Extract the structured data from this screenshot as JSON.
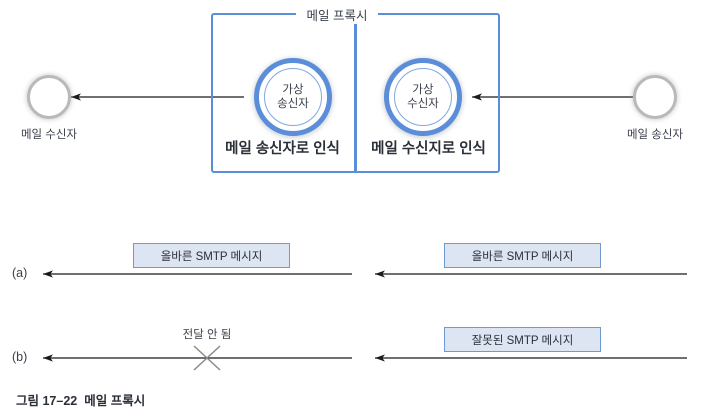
{
  "figure": {
    "caption_number": "그림 17–22",
    "caption_title": "메일 프록시"
  },
  "proxy": {
    "title": "메일 프록시",
    "left_node": {
      "line1": "가상",
      "line2": "송신자",
      "recognized_as": "메일 송신자로 인식"
    },
    "right_node": {
      "line1": "가상",
      "line2": "수신자",
      "recognized_as": "메일 수신지로 인식"
    }
  },
  "endpoints": {
    "left": {
      "label": "메일 수신자",
      "icon": "circle-node-icon"
    },
    "right": {
      "label": "메일 송신자",
      "icon": "circle-node-icon"
    }
  },
  "sequences": [
    {
      "id": "a",
      "label": "(a)",
      "left_message": "올바른 SMTP 메시지",
      "right_message": "올바른 SMTP 메시지",
      "left_blocked": false,
      "right_blocked": false
    },
    {
      "id": "b",
      "label": "(b)",
      "left_message": "전달 안 됨",
      "right_message": "잘못된 SMTP 메시지",
      "left_blocked": true,
      "right_blocked": false
    }
  ],
  "colors": {
    "proxy_blue": "#5b8dd9",
    "ring_blue": "#5b8dd9",
    "msg_box_fill": "#dde5f2",
    "msg_box_border": "#6f9ad6",
    "endpoint_gray": "#b9b9b9",
    "arrow_black": "#1a1a1a",
    "cross_gray": "#8a8a8a"
  }
}
